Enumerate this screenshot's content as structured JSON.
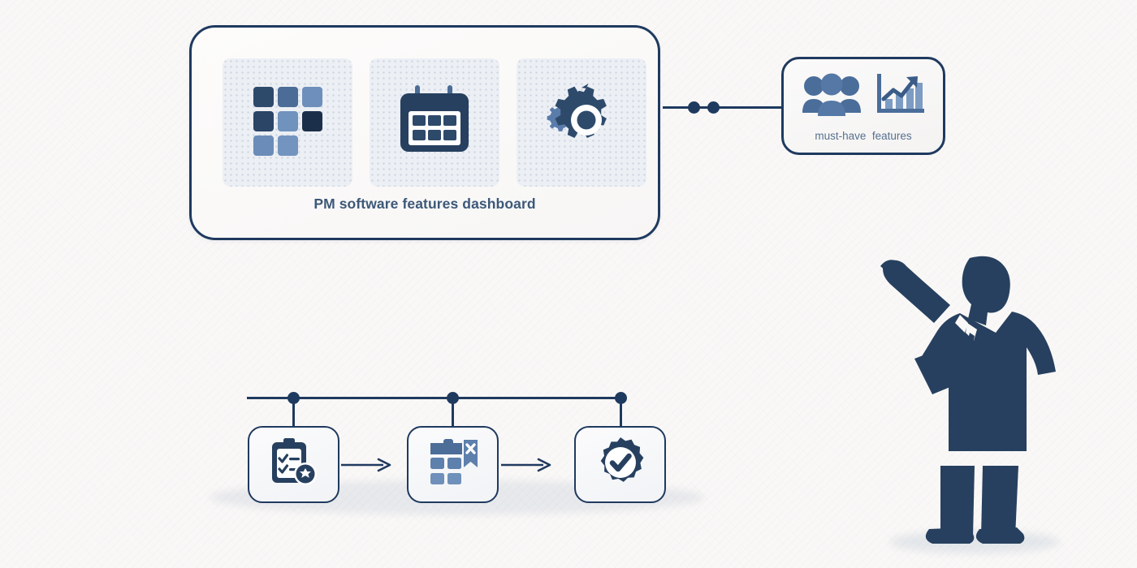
{
  "page": {
    "background_color": "#faf8f7",
    "ink_color": "#1f3a5f",
    "accent_color": "#5b7fad"
  },
  "dashboard_card": {
    "caption": "PM software features dashboard",
    "tiles": [
      {
        "icon": "grid-icon",
        "label": "grid"
      },
      {
        "icon": "calendar-icon",
        "label": "calendar"
      },
      {
        "icon": "gear-icon",
        "label": "settings"
      }
    ]
  },
  "connector": {
    "dots": [
      "connector-dot",
      "connector-dot"
    ]
  },
  "features_card": {
    "caption": "must-have  features",
    "icons": [
      {
        "icon": "people-group-icon",
        "label": "people"
      },
      {
        "icon": "growth-chart-icon",
        "label": "growth chart"
      }
    ]
  },
  "process": {
    "steps": [
      {
        "icon": "clipboard-checklist-icon",
        "label": "requirements checklist"
      },
      {
        "icon": "kanban-board-icon",
        "label": "board setup"
      },
      {
        "icon": "verified-badge-icon",
        "label": "approved"
      }
    ],
    "arrows": [
      "arrow-right-icon",
      "arrow-right-icon"
    ],
    "markers": [
      "timeline-dot",
      "timeline-dot",
      "timeline-dot"
    ]
  },
  "presenter": {
    "icon": "presenter-silhouette",
    "label": "person pointing holding tablet"
  }
}
